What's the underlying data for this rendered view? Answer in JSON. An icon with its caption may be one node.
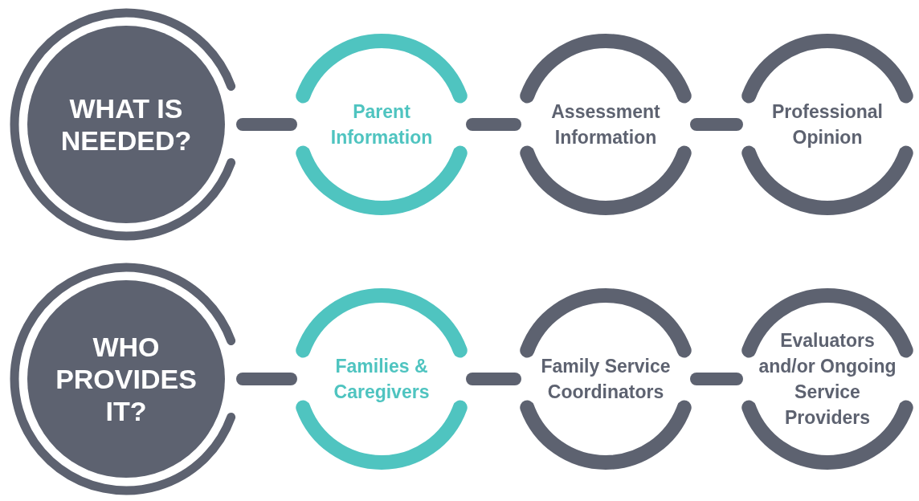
{
  "diagram": {
    "nodes": [
      {
        "text": [
          "WHAT IS NEEDED?"
        ]
      },
      {
        "text": [
          "Parent Information"
        ]
      },
      {
        "text": [
          "Assessment Information"
        ]
      },
      {
        "text": [
          "Professional Opinion"
        ]
      },
      {
        "text": [
          "WHO PROVIDES IT?"
        ]
      },
      {
        "text": [
          "Families & Caregivers"
        ]
      },
      {
        "text": [
          "Family Service Coordinators"
        ]
      },
      {
        "text": [
          "Evaluators and/or Ongoing Service Providers"
        ]
      }
    ],
    "edges": [
      {
        "from": 0,
        "to": 1,
        "arrow": "none"
      },
      {
        "from": 1,
        "to": 2,
        "arrow": "none"
      },
      {
        "from": 2,
        "to": 3,
        "arrow": "none"
      },
      {
        "from": 4,
        "to": 5,
        "arrow": "none"
      },
      {
        "from": 5,
        "to": 6,
        "arrow": "none"
      },
      {
        "from": 6,
        "to": 7,
        "arrow": "none"
      }
    ]
  }
}
